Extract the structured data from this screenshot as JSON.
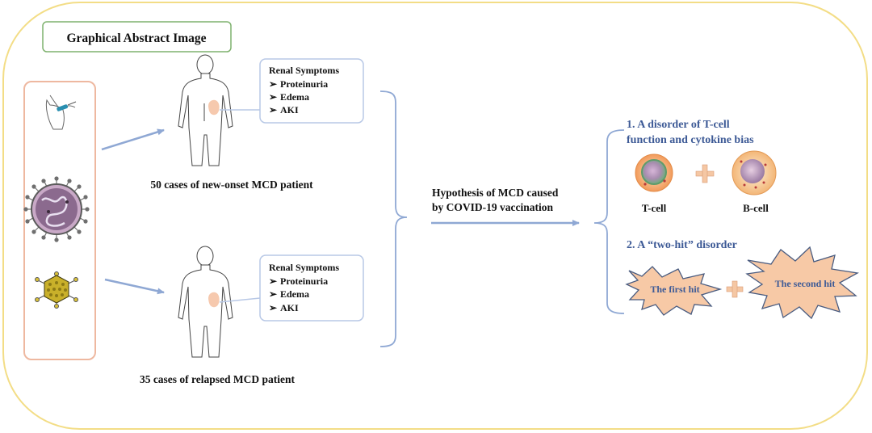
{
  "title": "Graphical Abstract Image",
  "groups": [
    {
      "caption": "50 cases of new-onset MCD patient",
      "symptoms_title": "Renal Symptoms",
      "symptoms": [
        "Proteinuria",
        "Edema",
        "AKI"
      ]
    },
    {
      "caption": "35 cases of relapsed MCD patient",
      "symptoms_title": "Renal Symptoms",
      "symptoms": [
        "Proteinuria",
        "Edema",
        "AKI"
      ]
    }
  ],
  "hypothesis": [
    "Hypothesis of MCD caused",
    "by COVID-19 vaccination"
  ],
  "outcome1": {
    "heading": [
      "1. A disorder of T-cell",
      "function and cytokine bias"
    ],
    "cells": [
      "T-cell",
      "B-cell"
    ]
  },
  "outcome2": {
    "heading": "2. A “two-hit” disorder",
    "hits": [
      "The first hit",
      "The second hit"
    ]
  },
  "colors": {
    "frame": "#f3dd86",
    "title_box": "#7fb26f",
    "left_panel": "#eeb8a0",
    "arrow": "#8fa8d4",
    "symptom_box": "#b8c8e6",
    "heading_blue": "#3d5a96",
    "starburst_fill": "#f7c9a6",
    "starburst_stroke": "#4a5c80",
    "kidney": "#f6c9ae"
  }
}
